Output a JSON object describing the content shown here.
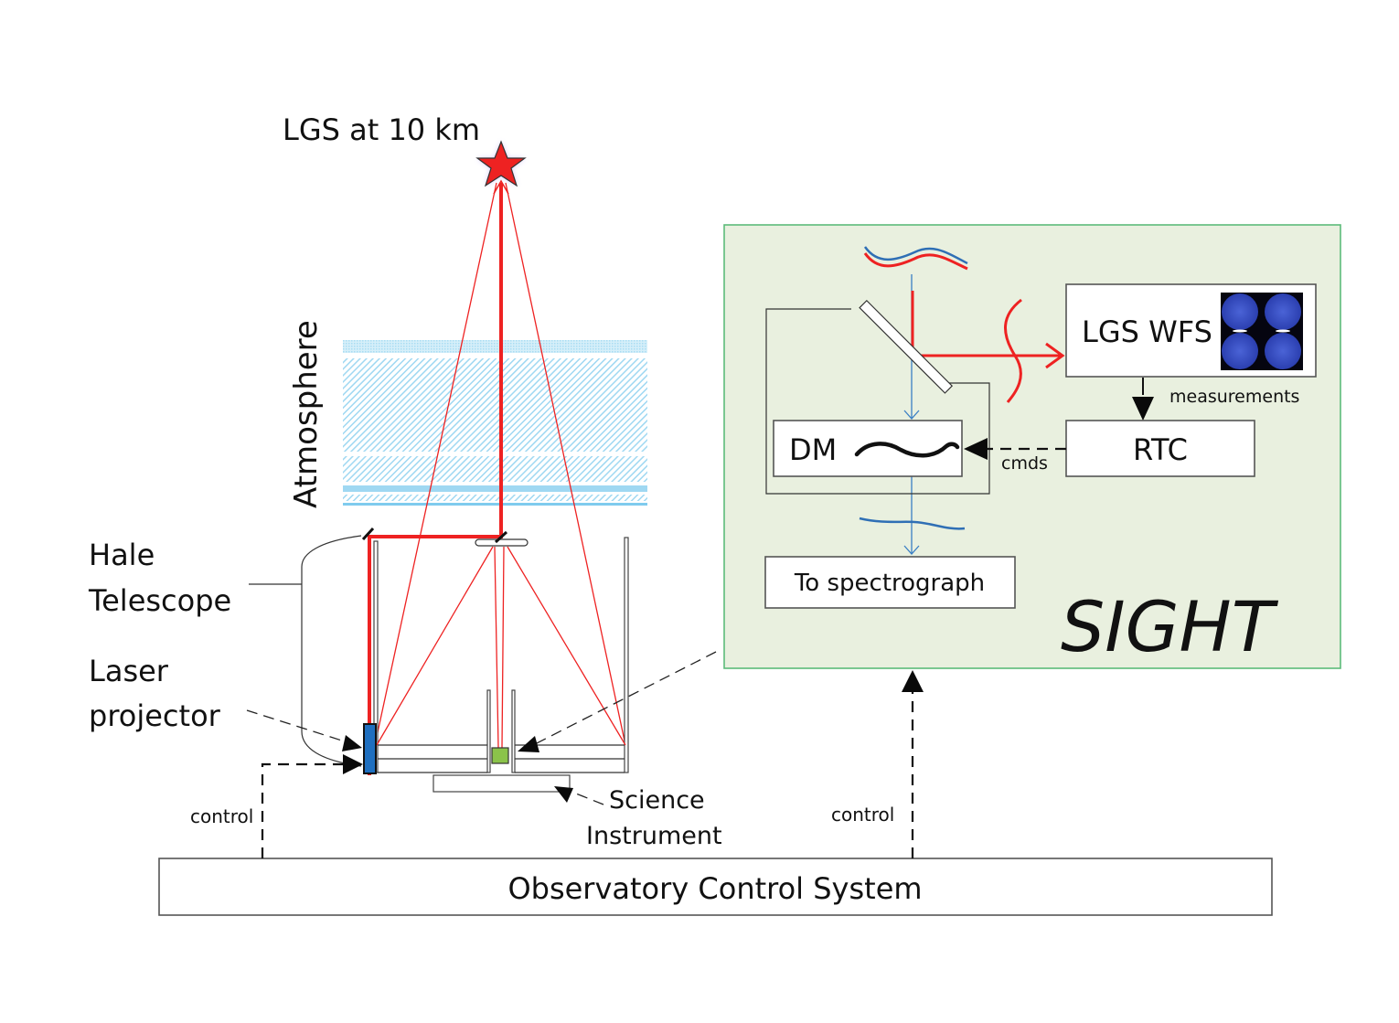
{
  "labels": {
    "lgs": "LGS at 10 km",
    "atmosphere": "Atmosphere",
    "hale_line1": "Hale",
    "hale_line2": "Telescope",
    "laser_line1": "Laser",
    "laser_line2": "projector",
    "science_line1": "Science",
    "science_line2": "Instrument",
    "control_left": "control",
    "control_right": "control",
    "ocs": "Observatory Control System"
  },
  "sight": {
    "title": "SIGHT",
    "wfs": "LGS WFS",
    "dm": "DM",
    "rtc": "RTC",
    "spectrograph": "To spectrograph",
    "measurements": "measurements",
    "cmds": "cmds",
    "wfs_image": "shack-hartmann-spots-image"
  },
  "colors": {
    "laser": "#ee2222",
    "science_beam": "#3a7fc4",
    "sight_fill": "#e9f0df",
    "sight_border": "#5dbb7a",
    "atmosphere": "#9fd8f2",
    "projector": "#1f6fbf",
    "instrument": "#8bc34a"
  }
}
